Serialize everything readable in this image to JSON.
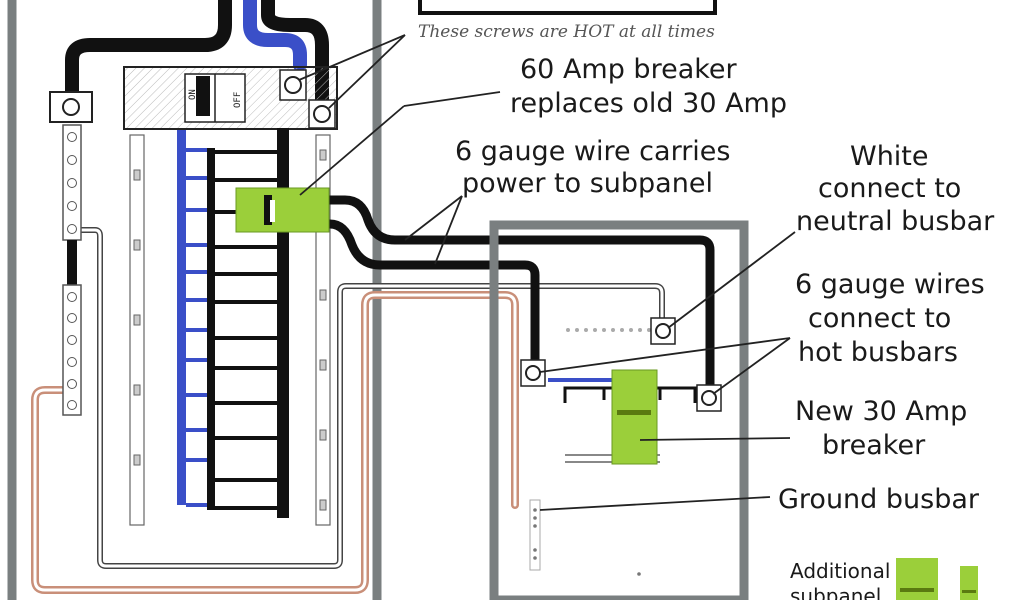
{
  "annotations": {
    "hot_screws": "These screws are HOT at all times",
    "breaker_60_line1": "60 Amp breaker",
    "breaker_60_line2": "replaces old 30 Amp",
    "wire_6g_line1": "6 gauge wire carries",
    "wire_6g_line2": "power to subpanel",
    "white_line1": "White",
    "white_line2": "connect to",
    "white_line3": "neutral busbar",
    "hot_line1": "6 gauge wires",
    "hot_line2": "connect to",
    "hot_line3": "hot busbars",
    "new30_line1": "New 30 Amp",
    "new30_line2": "breaker",
    "ground": "Ground busbar",
    "legend_line1": "Additional",
    "legend_line2": "subpanel"
  },
  "breaker_labels": {
    "on": "ON",
    "off": "OFF"
  },
  "colors": {
    "panel_gray": "#7a7f80",
    "breaker_green": "#9bcf3a",
    "bus_blue": "#3a4fc8",
    "wire_black": "#111111",
    "ground_copper": "#c98f79"
  }
}
